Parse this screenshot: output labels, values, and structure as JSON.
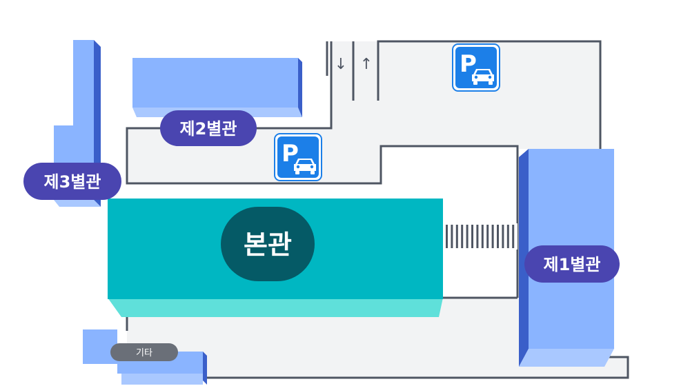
{
  "map": {
    "colors": {
      "building": "#8ab4ff",
      "building_dark": "#3a5fc9",
      "main_building": "#00b7c2",
      "main_building_face": "#5fe0da",
      "label_bg": "#4a45b0",
      "main_label_bg": "#055a66",
      "lot": "#f2f3f4",
      "outline": "#4e5562",
      "parking_blue": "#1c7fe8",
      "misc_label_bg": "#6a6f78"
    },
    "labels": {
      "main_building": "본관",
      "annex_1": "제1별관",
      "annex_2": "제2별관",
      "annex_3": "제3별관",
      "misc": "기타"
    },
    "parking": {
      "symbol": "P",
      "icon": "car-icon"
    },
    "arrows": {
      "down": "↓",
      "up": "↑"
    }
  }
}
